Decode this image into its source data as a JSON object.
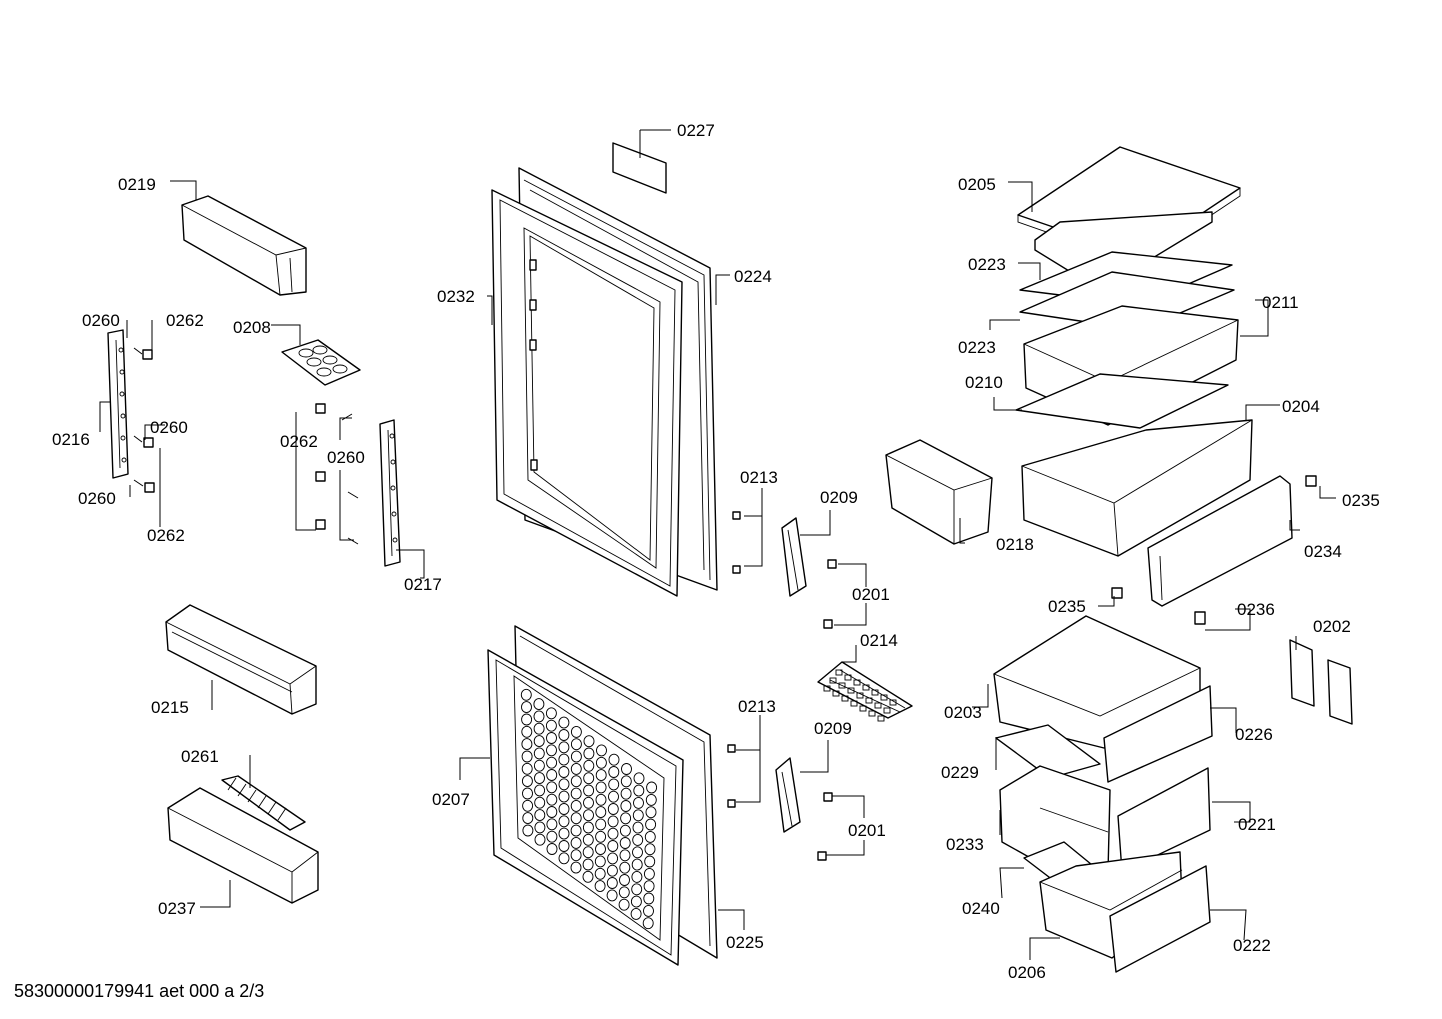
{
  "diagram_id": "58300000179941 aet 000 a 2/3",
  "part_labels": [
    "0227",
    "0219",
    "0205",
    "0224",
    "0223",
    "0232",
    "0211",
    "0260",
    "0262",
    "0208",
    "0223",
    "0210",
    "0204",
    "0216",
    "0260",
    "0262",
    "0260",
    "0260",
    "0213",
    "0235",
    "0209",
    "0218",
    "0234",
    "0262",
    "0217",
    "0201",
    "0235",
    "0236",
    "0214",
    "0202",
    "0203",
    "0226",
    "0215",
    "0213",
    "0261",
    "0209",
    "0229",
    "0207",
    "0201",
    "0221",
    "0233",
    "0240",
    "0237",
    "0225",
    "0222",
    "0206"
  ]
}
